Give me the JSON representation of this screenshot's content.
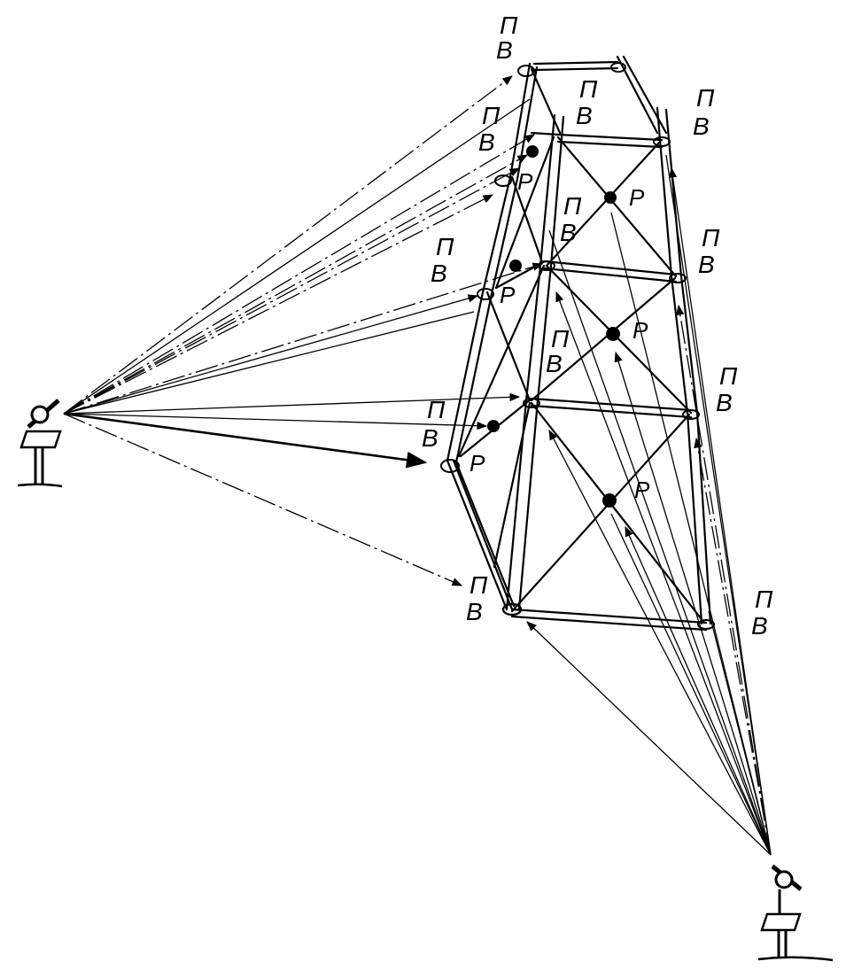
{
  "labels": {
    "top": "П",
    "bottom": "В",
    "point": "Р"
  },
  "station_pairs": 12,
  "intersection_points": 6,
  "colors": {
    "ink": "#000000",
    "paper": "#ffffff"
  }
}
